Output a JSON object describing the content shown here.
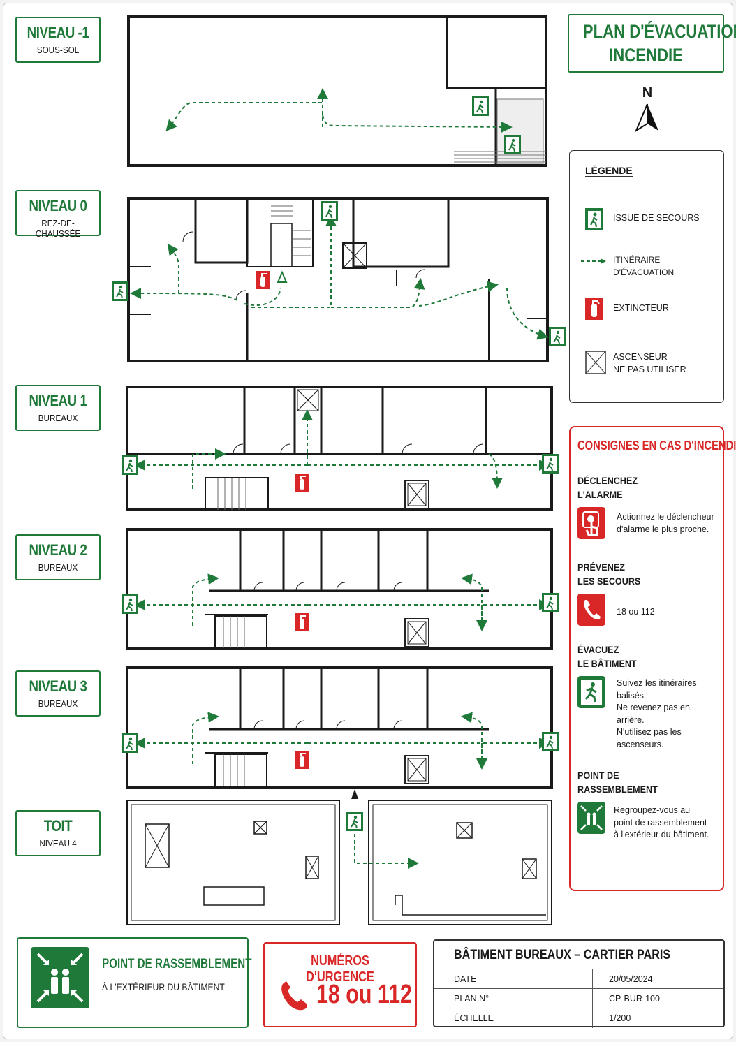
{
  "title": {
    "line1": "PLAN D'ÉVACUATION",
    "line2": "INCENDIE"
  },
  "north_label": "N",
  "levels": [
    {
      "title": "NIVEAU -1",
      "subtitle": "SOUS-SOL"
    },
    {
      "title": "NIVEAU 0",
      "subtitle": "REZ-DE-CHAUSSÉE"
    },
    {
      "title": "NIVEAU 1",
      "subtitle": "BUREAUX"
    },
    {
      "title": "NIVEAU 2",
      "subtitle": "BUREAUX"
    },
    {
      "title": "NIVEAU 3",
      "subtitle": "BUREAUX"
    },
    {
      "title": "TOIT",
      "subtitle": "NIVEAU 4"
    }
  ],
  "legend": {
    "title": "LÉGENDE",
    "items": [
      {
        "label": "ISSUE DE SECOURS",
        "icon": "emergency-exit-icon"
      },
      {
        "label": "ITINÉRAIRE D'ÉVACUATION",
        "icon": "evacuation-route-icon"
      },
      {
        "label": "EXTINCTEUR",
        "icon": "fire-extinguisher-icon"
      },
      {
        "label_line1": "ASCENSEUR",
        "label_line2": "NE PAS UTILISER",
        "icon": "elevator-icon"
      }
    ]
  },
  "consignes": {
    "title": "CONSIGNES EN CAS D'INCENDIE",
    "steps": [
      {
        "h1": "DÉCLENCHEZ",
        "h2": "L'ALARME",
        "t": [
          "Actionnez le déclencheur",
          "d'alarme le plus proche."
        ],
        "icon": "alarm-button-icon"
      },
      {
        "h1": "PRÉVENEZ",
        "h2": "LES SECOURS",
        "t": [
          "18 ou 112"
        ],
        "icon": "phone-icon"
      },
      {
        "h1": "ÉVACUEZ",
        "h2": "LE BÂTIMENT",
        "t": [
          "Suivez les itinéraires",
          "balisés.",
          "Ne revenez pas en",
          "arrière.",
          "N'utilisez pas les",
          "ascenseurs."
        ],
        "icon": "running-person-icon"
      },
      {
        "h1": "POINT DE",
        "h2": "RASSEMBLEMENT",
        "t": [
          "Regroupez-vous au",
          "point de rassemblement",
          "à l'extérieur du bâtiment."
        ],
        "icon": "assembly-point-icon"
      }
    ]
  },
  "assembly": {
    "title": "POINT DE RASSEMBLEMENT",
    "subtitle": "À L'EXTÉRIEUR DU BÂTIMENT"
  },
  "urgence": {
    "title": "NUMÉROS D'URGENCE",
    "number": "18 ou 112"
  },
  "info": {
    "title": "BÂTIMENT BUREAUX – CARTIER PARIS",
    "rows": [
      {
        "k": "DATE",
        "v": "20/05/2024"
      },
      {
        "k": "PLAN N°",
        "v": "CP-BUR-100"
      },
      {
        "k": "ÉCHELLE",
        "v": "1/200"
      }
    ]
  },
  "colors": {
    "green": "#1f7a3a",
    "red": "#d92626",
    "wall": "#1a1a1a"
  }
}
